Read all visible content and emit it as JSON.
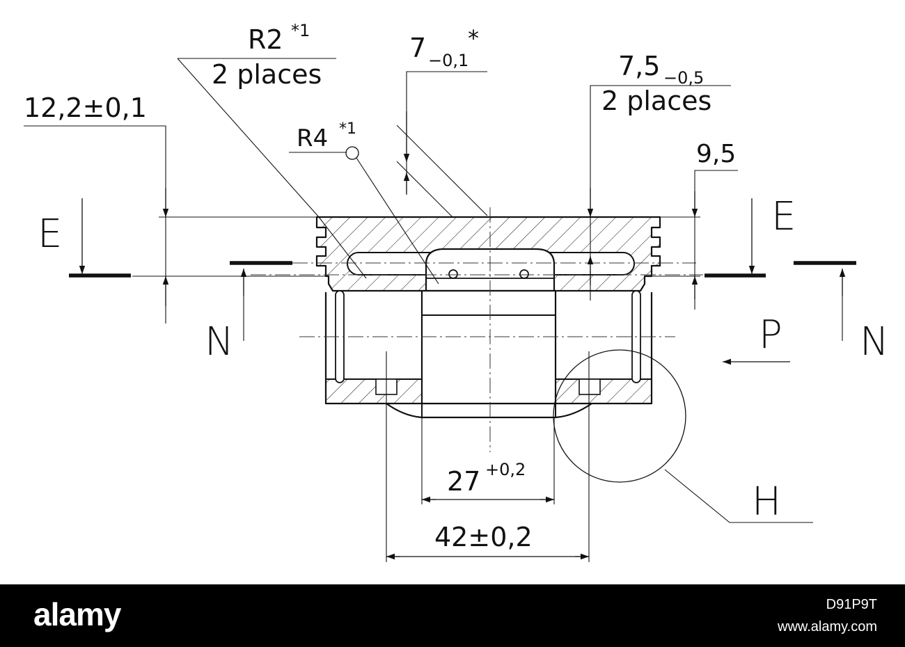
{
  "dimensions": {
    "d_12_2": "12,2±0,1",
    "r2_main": "R2",
    "r2_sup": "*1",
    "r2_sub": "2 places",
    "r4_main": "R4",
    "r4_sup": "*1",
    "d7_main": "7",
    "d7_sub": "−0,1",
    "d7_sup": "*",
    "d75_main": "7,5",
    "d75_sub": "−0,5",
    "d75_places": "2 places",
    "d9_5": "9,5",
    "d27_main": "27",
    "d27_sup": "+0,2",
    "d42": "42±0,2"
  },
  "section_labels": {
    "e_left": "E",
    "e_right": "E",
    "n_left": "N",
    "n_right": "N",
    "p": "P",
    "h": "H"
  },
  "watermark": {
    "logo": "alamy",
    "image_id": "D91P9T",
    "site": "www.alamy.com"
  }
}
